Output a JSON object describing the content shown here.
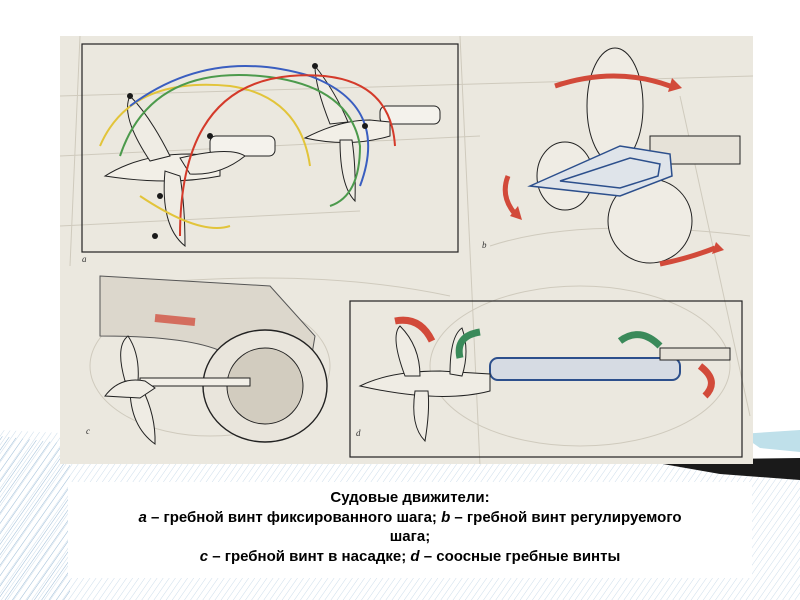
{
  "figure": {
    "panel_labels": {
      "a": "a",
      "b": "b",
      "c": "c",
      "d": "d"
    }
  },
  "caption": {
    "title": "Судовые движители:",
    "line2_a_key": "a",
    "line2_a_text": " – гребной винт фиксированного шага; ",
    "line2_b_key": "b",
    "line2_b_text": " – гребной винт регулируемого",
    "line3": "шага;",
    "line4_c_key": "c",
    "line4_c_text": " – гребной винт в насадке; ",
    "line4_d_key": "d",
    "line4_d_text": " – соосные гребные винты"
  },
  "colors": {
    "accent_red": "#d24a3a",
    "accent_green": "#3a8a5a",
    "accent_blue": "#2c4f8c",
    "trace_yellow": "#e2c43a",
    "trace_green": "#4c9a4c",
    "trace_blue": "#3a5ec0",
    "trace_red": "#d43a2a",
    "stripe_blue": "#bfd9ee",
    "dark_band": "#1a1a1a"
  }
}
